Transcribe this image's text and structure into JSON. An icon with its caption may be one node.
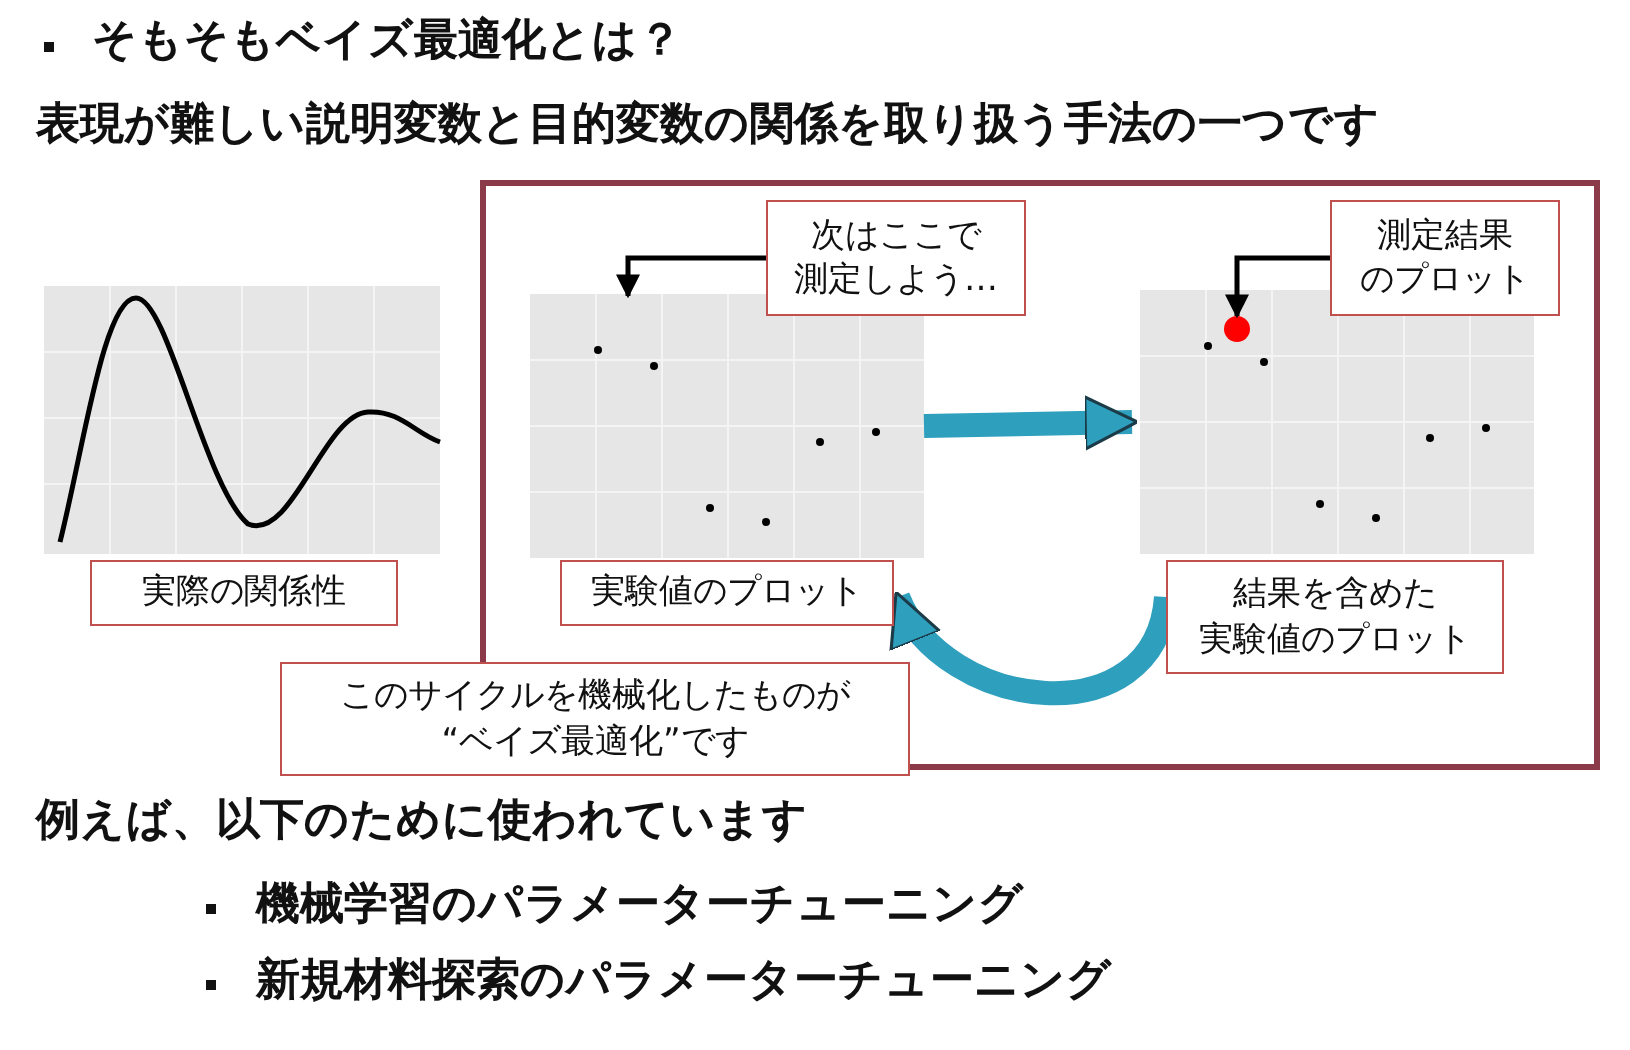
{
  "diagram": {
    "title": "そもそもベイズ最適化とは？",
    "nodes": [
      {
        "text": [
          "実際の関係性"
        ]
      },
      {
        "text": [
          "次はここで測定しよう…"
        ]
      },
      {
        "text": [],
        "shape": "picture"
      },
      {
        "text": [
          "実験値のプロット"
        ]
      },
      {
        "text": [
          "測定結果のプロット"
        ]
      },
      {
        "text": [],
        "shape": "picture"
      },
      {
        "text": [],
        "shape": "circle",
        "in": 5
      },
      {
        "text": [
          "結果を含めた実験値のプロット"
        ]
      },
      {
        "text": [
          "このサイクルを機械化したものが“ベイズ最適化”です"
        ]
      }
    ],
    "edges": [
      {
        "from": 1,
        "to": 2,
        "arrow": "to"
      },
      {
        "from": 4,
        "to": 6,
        "arrow": "to"
      },
      {
        "from": 2,
        "to": 5,
        "arrow": "to",
        "style": "thick",
        "color": "#2e9fbd"
      },
      {
        "from": 7,
        "to": 3,
        "arrow": "to",
        "style": "thick",
        "color": "#2e9fbd"
      }
    ],
    "labels": [
      "表現が難しい説明変数と目的変数の関係を取り扱う手法の一つです",
      "例えば、以下のために使われています",
      "機械学習のパラメーターチューニング",
      "新規材料探索のパラメーターチューニング"
    ]
  }
}
